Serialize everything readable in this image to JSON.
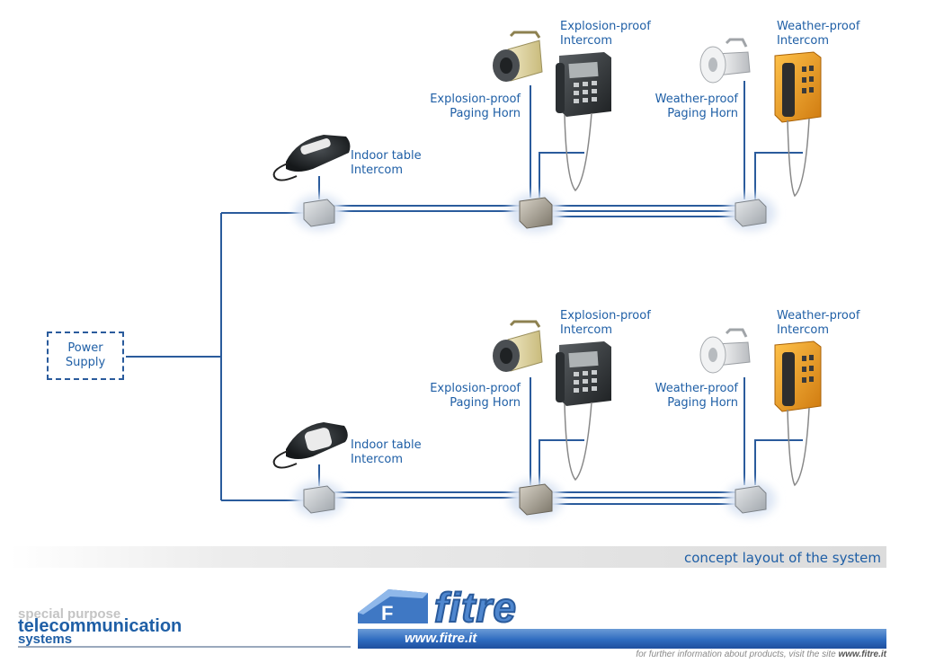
{
  "labels": {
    "indoor_table_intercom": [
      "Indoor table",
      "Intercom"
    ],
    "explosion_proof_intercom": [
      "Explosion-proof",
      "Intercom"
    ],
    "explosion_proof_paging_horn": [
      "Explosion-proof",
      "Paging Horn"
    ],
    "weather_proof_intercom": [
      "Weather-proof",
      "Intercom"
    ],
    "weather_proof_paging_horn": [
      "Weather-proof",
      "Paging Horn"
    ],
    "power_supply": [
      "Power",
      "Supply"
    ]
  },
  "caption": "concept layout of the system",
  "tagline": [
    "special purpose",
    "telecommunication",
    "systems"
  ],
  "brand": {
    "name": "fitre",
    "logo_letter": "F",
    "url": "www.fitre.it",
    "footnote_prefix": "for further information about products, visit the site",
    "footnote_site": "www.fitre.it"
  },
  "colors": {
    "wire": "#2a5b9c",
    "label_text": "#1f5fa6",
    "weatherproof_orange": "#f0a020",
    "explosionproof_dark": "#3c4043"
  }
}
